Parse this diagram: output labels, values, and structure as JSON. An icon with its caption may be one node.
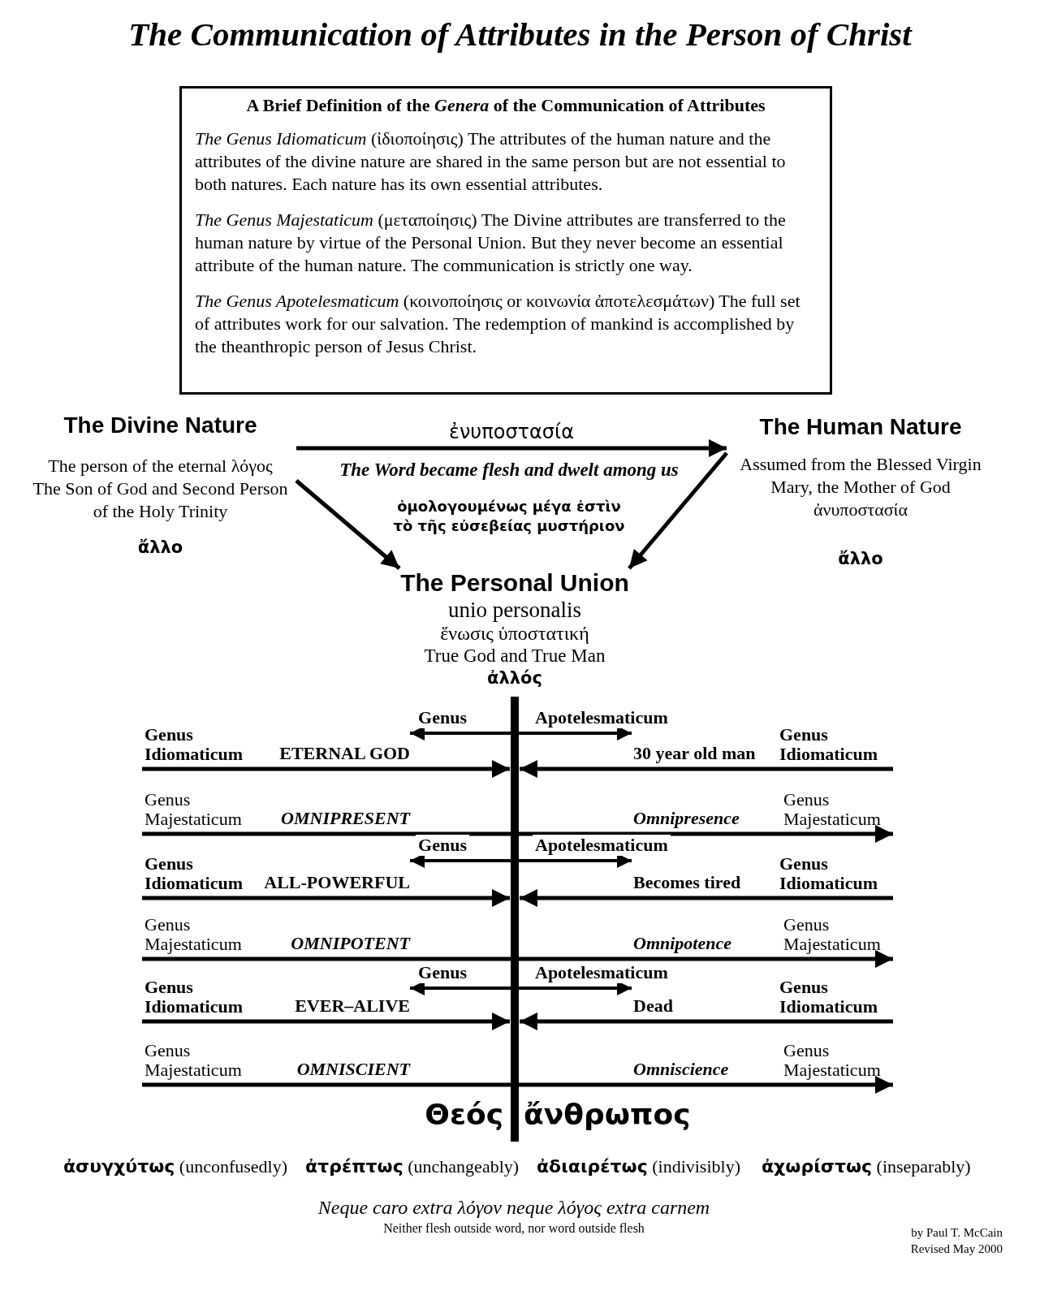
{
  "diagram": {
    "title": "The Communication of Attributes in the Person of Christ",
    "nodes": [
      {
        "text": [
          "A Brief Definition of the *Genera* of the Communication of Attributes",
          "*The Genus Idiomaticum* (ἰδιοποίησις) The attributes of the human nature and the attributes of the divine nature are shared in the same person but are not essential to both natures. Each nature has its own essential attributes.",
          "*The Genus Majestaticum* (μεταποίησις) The Divine attributes are transferred to the human nature by virtue of the Personal Union. But they never become an essential attribute of the human nature. The communication is strictly one way.",
          "*The Genus Apotelesmaticum* (κοινοποίησις or κοινωνία ἀποτελεσμάτων) The full set of attributes work for our salvation. The redemption of mankind is accomplished by the theanthropic person of Jesus Christ."
        ]
      },
      {
        "text": [
          "The Divine Nature",
          "The person of the eternal λόγος The Son of God and Second Person of the Holy Trinity",
          "ἄλλο"
        ]
      },
      {
        "text": [
          "The Human Nature",
          "Assumed from the Blessed Virgin Mary, the Mother of God",
          "ἀνυποστασία",
          "ἄλλο"
        ]
      },
      {
        "text": [
          "The Personal Union",
          "unio personalis",
          "ἕνωσις ὑποστατική",
          "True God and True Man",
          "ἀλλός"
        ]
      },
      {
        "text": [],
        "shape": "bar"
      },
      {
        "text": [
          "Genus Idiomaticum",
          "ETERNAL GOD"
        ]
      },
      {
        "text": [
          "30 year old man",
          "Genus Idiomaticum"
        ]
      },
      {
        "text": [
          "Genus Majestaticum",
          "OMNIPRESENT"
        ]
      },
      {
        "text": [
          "Omnipresence",
          "Genus Majestaticum"
        ]
      },
      {
        "text": [
          "Genus Idiomaticum",
          "ALL-POWERFUL"
        ]
      },
      {
        "text": [
          "Becomes tired",
          "Genus Idiomaticum"
        ]
      },
      {
        "text": [
          "Genus Majestaticum",
          "OMNIPOTENT"
        ]
      },
      {
        "text": [
          "Omnipotence",
          "Genus Majestaticum"
        ]
      },
      {
        "text": [
          "Genus Idiomaticum",
          "EVER–ALIVE"
        ]
      },
      {
        "text": [
          "Dead",
          "Genus Idiomaticum"
        ]
      },
      {
        "text": [
          "Genus Majestaticum",
          "OMNISCIENT"
        ]
      },
      {
        "text": [
          "Omniscience",
          "Genus Majestaticum"
        ]
      }
    ],
    "edges": [
      {
        "from": 1,
        "to": 2,
        "arrow": "to",
        "label": "ἐνυποστασία"
      },
      {
        "from": 1,
        "to": 3,
        "arrow": "to"
      },
      {
        "from": 2,
        "to": 3,
        "arrow": "to"
      },
      {
        "from": 4,
        "to": 5,
        "arrow": "to",
        "label": "Genus"
      },
      {
        "from": 4,
        "to": 6,
        "arrow": "to",
        "label": "Apotelesmaticum"
      },
      {
        "from": 5,
        "to": 4,
        "arrow": "to"
      },
      {
        "from": 6,
        "to": 4,
        "arrow": "to"
      },
      {
        "from": 7,
        "to": 8,
        "arrow": "to"
      },
      {
        "from": 4,
        "to": 9,
        "arrow": "to",
        "label": "Genus"
      },
      {
        "from": 4,
        "to": 10,
        "arrow": "to",
        "label": "Apotelesmaticum"
      },
      {
        "from": 9,
        "to": 4,
        "arrow": "to"
      },
      {
        "from": 10,
        "to": 4,
        "arrow": "to"
      },
      {
        "from": 11,
        "to": 12,
        "arrow": "to"
      },
      {
        "from": 4,
        "to": 13,
        "arrow": "to",
        "label": "Genus"
      },
      {
        "from": 4,
        "to": 14,
        "arrow": "to",
        "label": "Apotelesmaticum"
      },
      {
        "from": 13,
        "to": 4,
        "arrow": "to"
      },
      {
        "from": 14,
        "to": 4,
        "arrow": "to"
      },
      {
        "from": 15,
        "to": 16,
        "arrow": "to"
      }
    ],
    "labels": [
      "The Word became flesh and dwelt among us",
      "ὁμολογουμένως μέγα ἐστὶν τὸ τῆς εὐσεβείας μυστήριον",
      "Θεός",
      "ἄνθρωπος",
      "**ἀσυγχύτως** (unconfusedly)",
      "**ἀτρέπτως** (unchangeably)",
      "**ἀδιαιρέτως** (indivisibly)",
      "**ἀχωρίστως** (inseparably)",
      "Neque caro extra λόγον neque λόγος extra carnem",
      "Neither flesh outside word, nor word outside flesh",
      "by Paul T. McCain",
      "Revised May 2000"
    ]
  }
}
